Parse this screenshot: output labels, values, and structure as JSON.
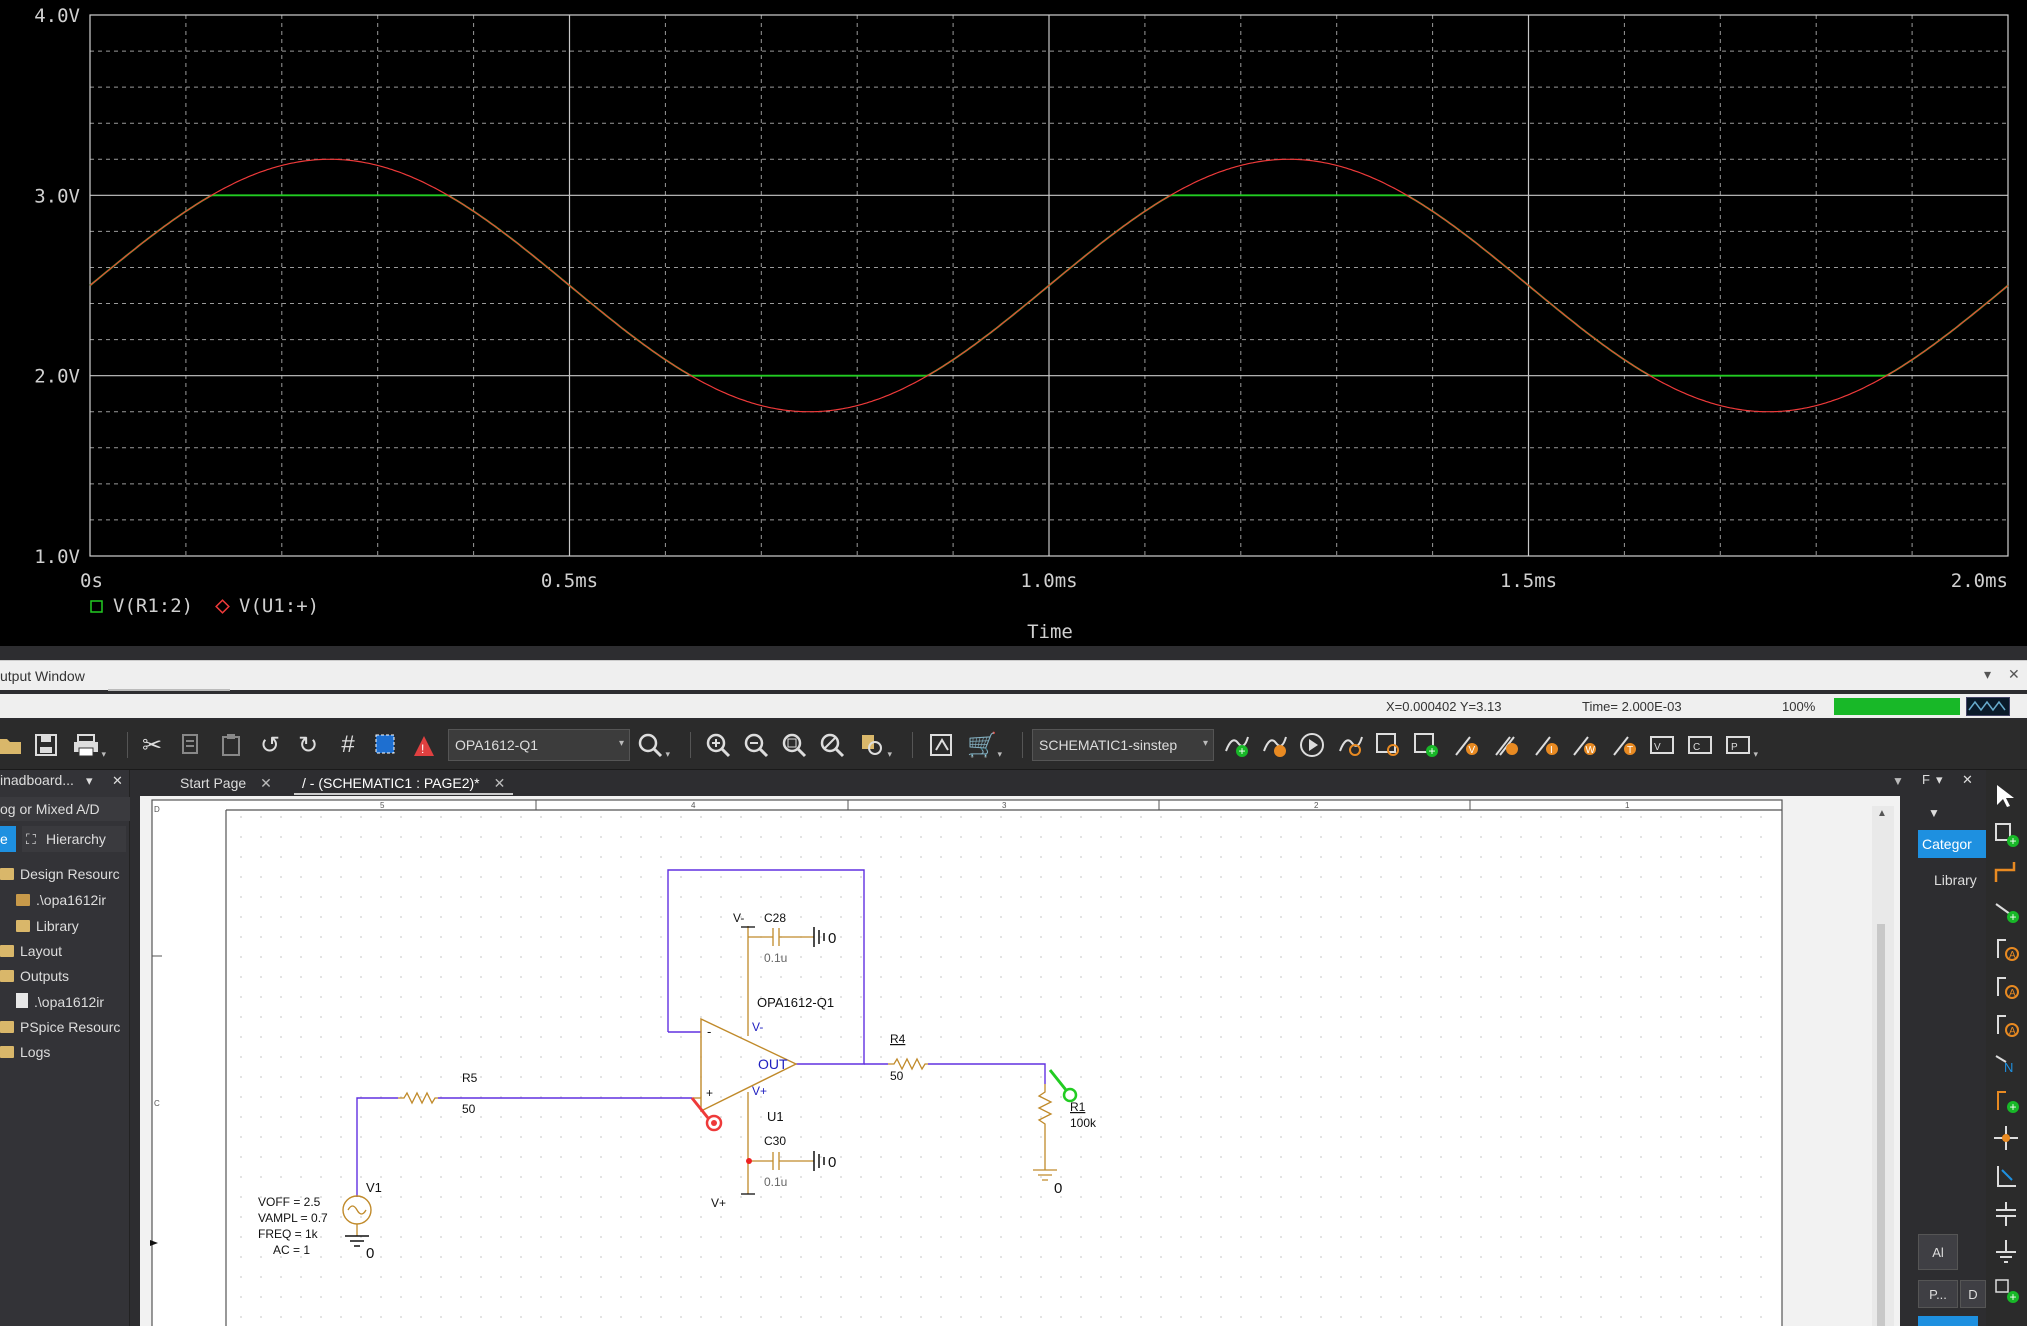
{
  "probe": {
    "chart_data": {
      "type": "line",
      "xlabel": "Time",
      "ylabel": "",
      "xlim": [
        0,
        2.0
      ],
      "ylim": [
        1.0,
        4.0
      ],
      "x_ticks": [
        "0s",
        "0.5ms",
        "1.0ms",
        "1.5ms",
        "2.0ms"
      ],
      "y_ticks": [
        "1.0V",
        "2.0V",
        "3.0V",
        "4.0V"
      ],
      "grid": true,
      "legend_position": "bottom-left",
      "series": [
        {
          "name": "V(R1:2)",
          "color": "#22cc22",
          "marker": "square",
          "shape": "clipped sine",
          "offset": 2.5,
          "amplitude": 0.7,
          "freq_khz": 1,
          "clip_low": 2.0,
          "clip_high": 3.0
        },
        {
          "name": "V(U1:+)",
          "color": "#ee3a3a",
          "marker": "diamond",
          "shape": "sine",
          "offset": 2.5,
          "amplitude": 0.7,
          "freq_khz": 1
        }
      ]
    }
  },
  "output_window": {
    "title": "utput Window",
    "pin": "▾",
    "close": "✕"
  },
  "status": {
    "coords": "X=0.000402  Y=3.13",
    "time": "Time= 2.000E-03",
    "zoom": "100%",
    "progress": 1.0
  },
  "toolbar": {
    "part_combo": "OPA1612-Q1",
    "sim_combo": "SCHEMATIC1-sinstep"
  },
  "left_panel": {
    "header": "inadboard...",
    "pin": "▾",
    "close": "✕",
    "sub": "og or Mixed A/D",
    "tab_file": "e",
    "tab_hierarchy": "Hierarchy",
    "tree": [
      "Design Resourc",
      ".\\opa1612ir",
      "Library",
      "Layout",
      "Outputs",
      ".\\opa1612ir",
      "PSpice Resourc",
      "Logs"
    ]
  },
  "tabs": [
    {
      "label": "Start Page",
      "close": "✕"
    },
    {
      "label": "/ - (SCHEMATIC1 : PAGE2)*",
      "close": "✕"
    }
  ],
  "schematic": {
    "border_numbers": [
      "5",
      "4",
      "3",
      "2",
      "1"
    ],
    "border_letters": [
      "D",
      "C"
    ],
    "parts": {
      "C28": {
        "ref": "C28",
        "value": "0.1u",
        "power": "V-",
        "gnd": "0"
      },
      "C30": {
        "ref": "C30",
        "value": "0.1u",
        "power": "V+",
        "gnd": "0"
      },
      "U1": {
        "ref": "U1",
        "part": "OPA1612-Q1",
        "pin_minus": "-",
        "pin_plus": "+",
        "pin_out": "OUT",
        "pin_vminus": "V-",
        "pin_vplus": "V+"
      },
      "R5": {
        "ref": "R5",
        "value": "50"
      },
      "R4": {
        "ref": "R4",
        "value": "50"
      },
      "R1": {
        "ref": "R1",
        "value": "100k"
      },
      "V1": {
        "ref": "V1",
        "voff": "VOFF = 2.5",
        "vampl": "VAMPL = 0.7",
        "freq": "FREQ = 1k",
        "ac": "AC = 1"
      },
      "gnd_r1": "0",
      "gnd_v1": "0"
    }
  },
  "right_panel": {
    "header": "F",
    "pin": "▾",
    "close": "✕",
    "tab_category": "Categor",
    "tab_library": "Library",
    "btn_all": "Al",
    "btn_p": "P...",
    "btn_d": "D"
  }
}
